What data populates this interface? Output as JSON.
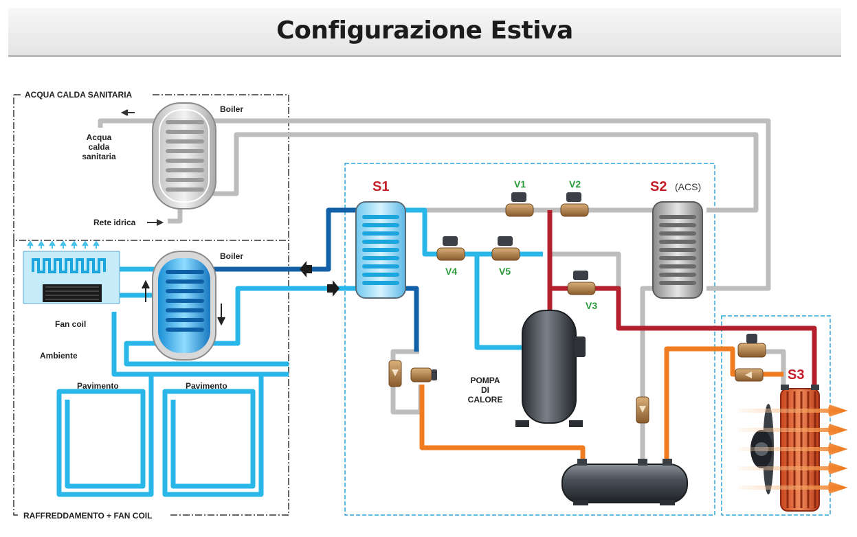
{
  "title": "Configurazione Estiva",
  "sections": {
    "acs": "ACQUA CALDA SANITARIA",
    "cooling": "RAFFREDDAMENTO + FAN COIL"
  },
  "labels": {
    "boiler_top": "Boiler",
    "boiler_bottom": "Boiler",
    "acqua_line1": "Acqua",
    "acqua_line2": "calda",
    "acqua_line3": "sanitaria",
    "rete_idrica": "Rete idrica",
    "fan_coil": "Fan coil",
    "ambiente": "Ambiente",
    "pavimento_left": "Pavimento",
    "pavimento_right": "Pavimento",
    "pompa_line1": "POMPA",
    "pompa_line2": "DI",
    "pompa_line3": "CALORE"
  },
  "exchangers": {
    "s1": "S1",
    "s2": "S2",
    "s2_note": "(ACS)",
    "s3": "S3"
  },
  "valves": {
    "v1": "V1",
    "v2": "V2",
    "v3": "V3",
    "v4": "V4",
    "v5": "V5"
  },
  "colors": {
    "cold_water": "#29b6e8",
    "dark_water": "#1160a8",
    "refrigerant_hot": "#b3212d",
    "refrigerant_liquid": "#f07c22",
    "pipe_grey": "#bdbdbd",
    "valve_label": "#2a9a3a",
    "exchanger_label": "#c41e2a"
  }
}
